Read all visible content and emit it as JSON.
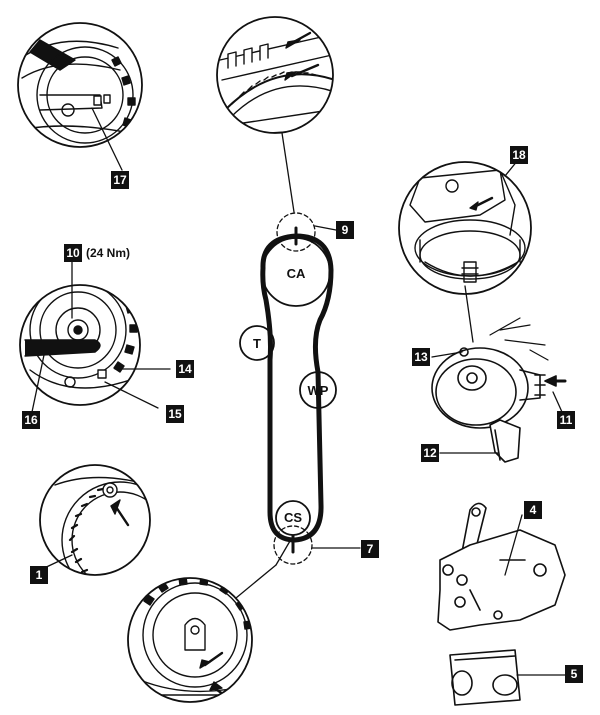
{
  "colors": {
    "ink": "#111111",
    "paper": "#ffffff",
    "tag_bg": "#111111",
    "tag_fg": "#ffffff"
  },
  "pulleys": {
    "camshaft": "CA",
    "tensioner": "T",
    "water_pump": "WP",
    "crankshaft": "CS"
  },
  "torque_note": "(24 Nm)",
  "callouts": {
    "c1": "1",
    "c4": "4",
    "c5": "5",
    "c7": "7",
    "c9": "9",
    "c10": "10",
    "c11": "11",
    "c12": "12",
    "c13": "13",
    "c14": "14",
    "c15": "15",
    "c16": "16",
    "c17": "17",
    "c18": "18"
  }
}
